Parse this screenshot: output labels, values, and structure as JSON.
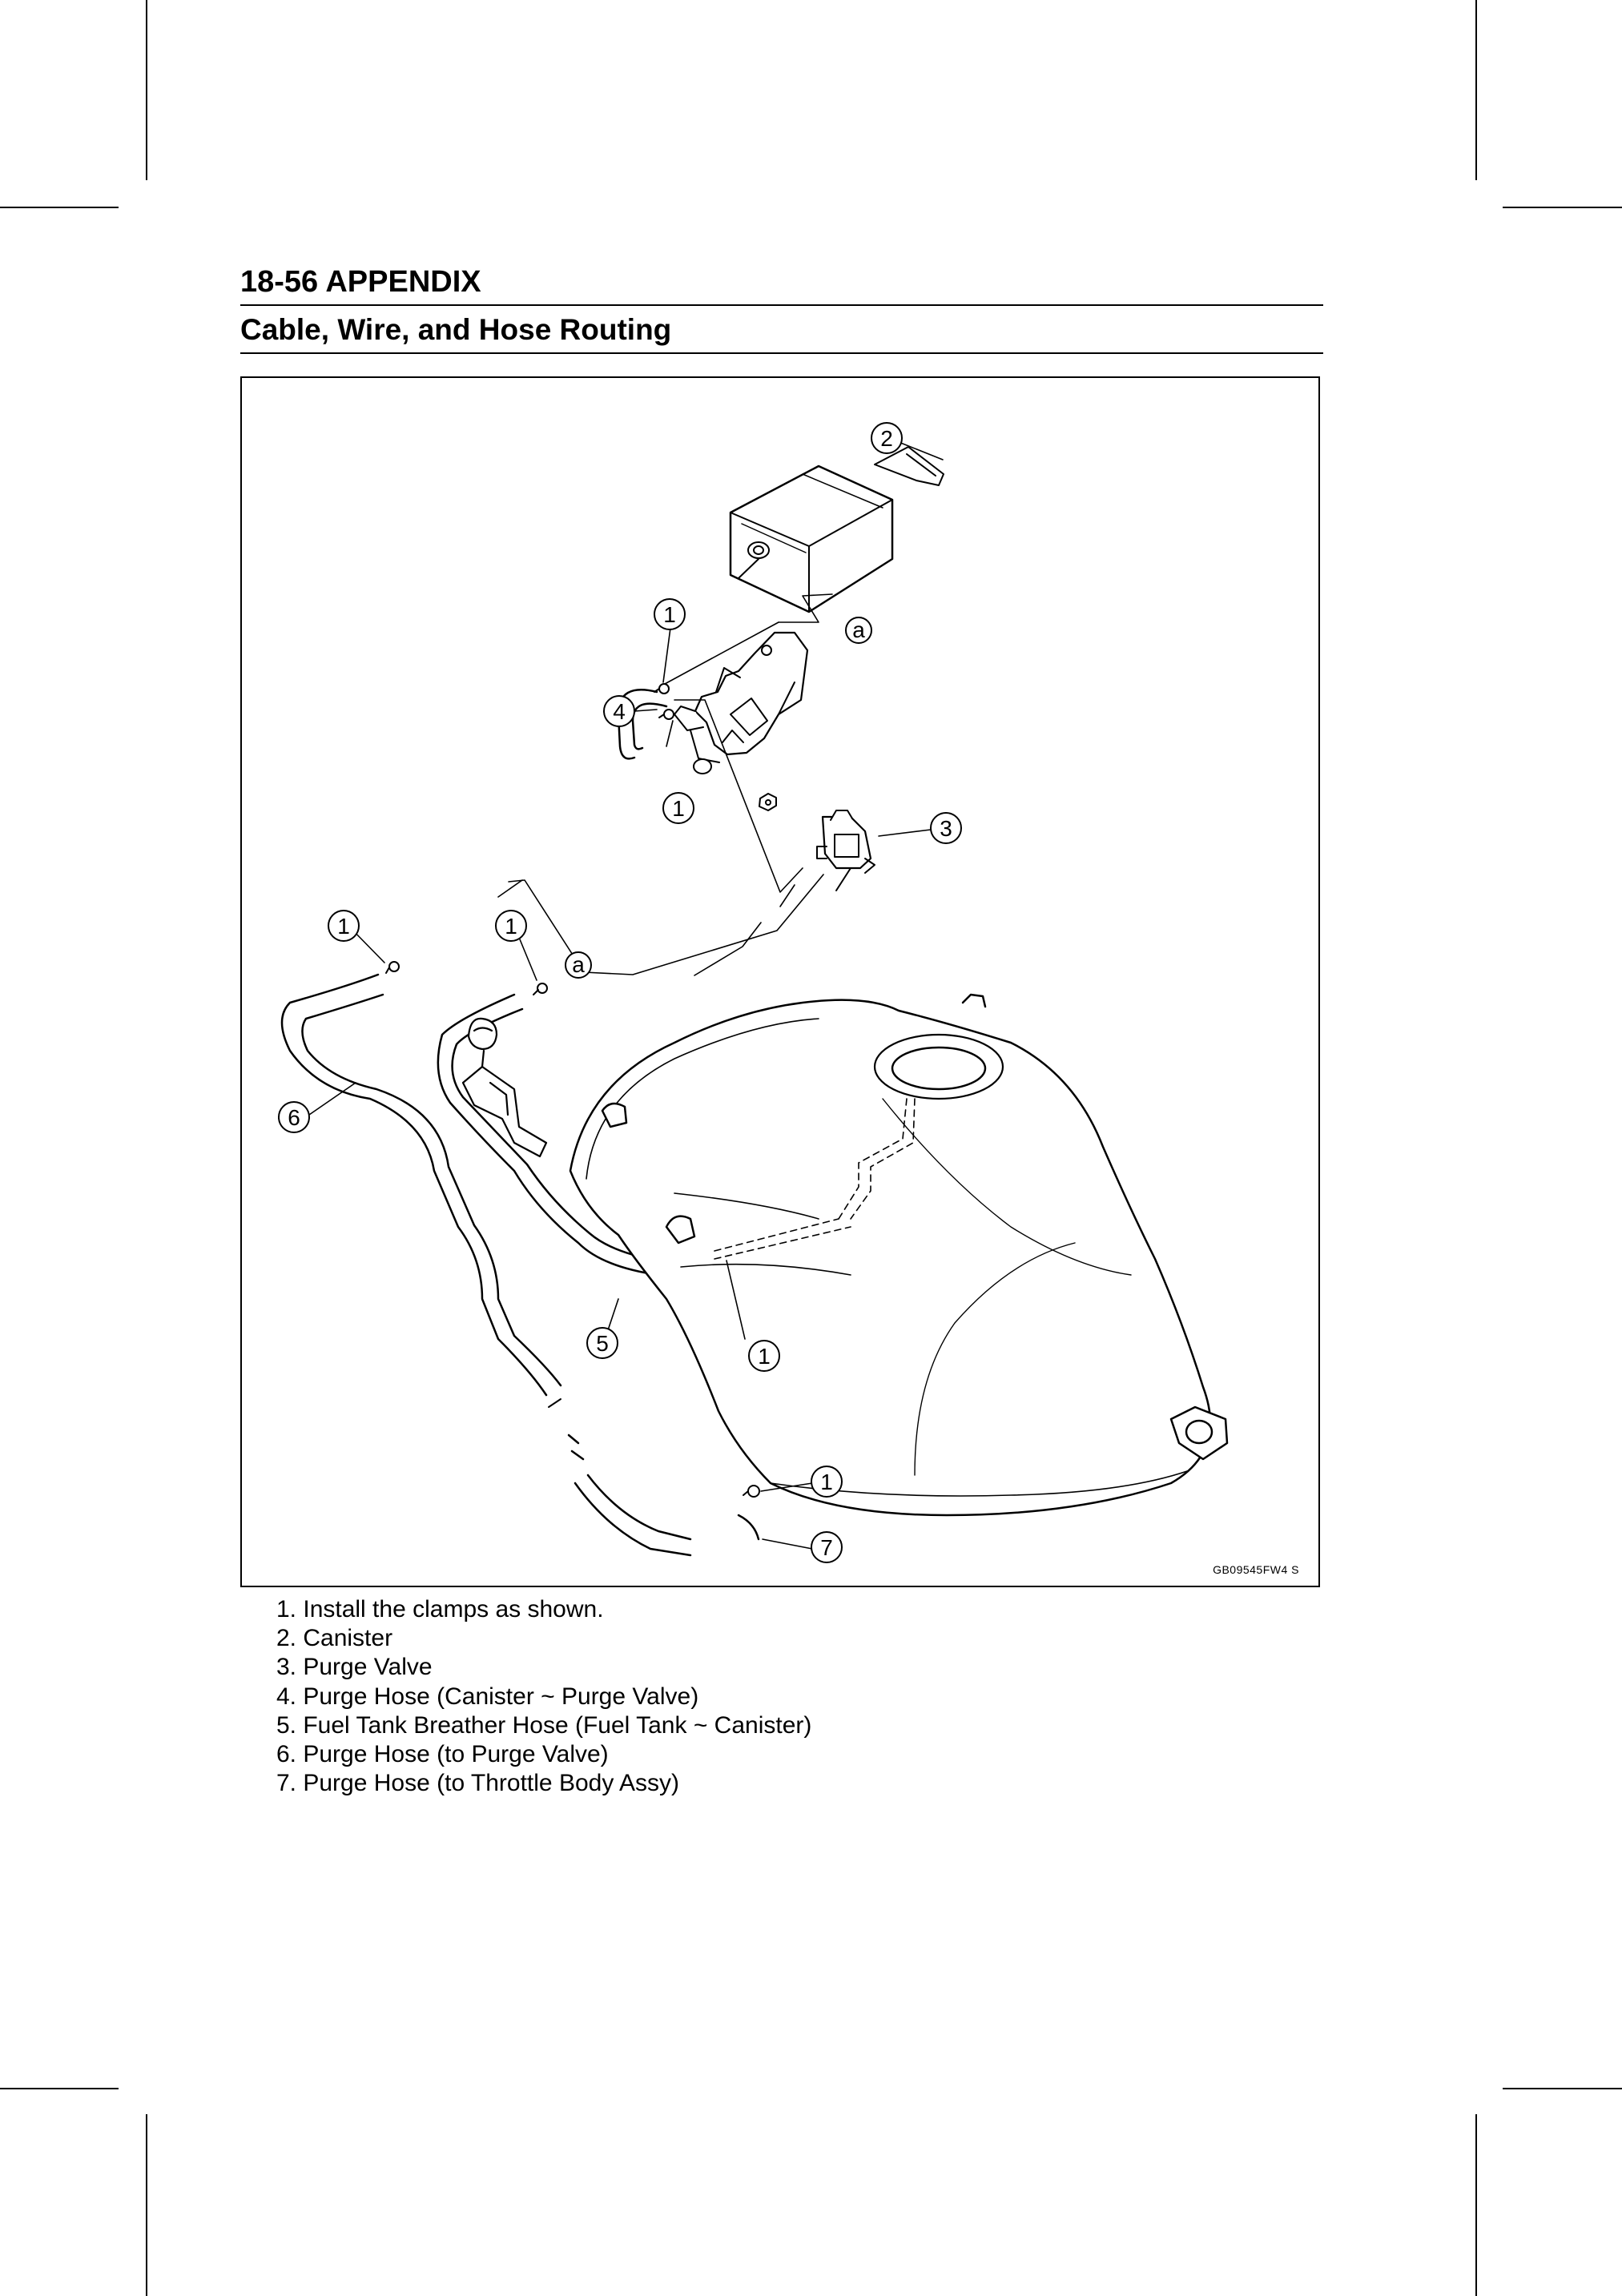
{
  "header": {
    "page_title": "18-56 APPENDIX",
    "section_title": "Cable, Wire, and Hose Routing"
  },
  "figure": {
    "code": "GB09545FW4  S",
    "callouts": [
      {
        "label": "2"
      },
      {
        "label": "1"
      },
      {
        "label": "a"
      },
      {
        "label": "4"
      },
      {
        "label": "1"
      },
      {
        "label": "3"
      },
      {
        "label": "1"
      },
      {
        "label": "1"
      },
      {
        "label": "a"
      },
      {
        "label": "6"
      },
      {
        "label": "5"
      },
      {
        "label": "1"
      },
      {
        "label": "1"
      },
      {
        "label": "7"
      }
    ]
  },
  "legend": [
    "1. Install the clamps as shown.",
    "2. Canister",
    "3. Purge Valve",
    "4. Purge Hose (Canister ~ Purge Valve)",
    "5. Fuel Tank Breather Hose (Fuel Tank ~ Canister)",
    "6. Purge Hose (to Purge Valve)",
    "7. Purge Hose (to Throttle Body Assy)"
  ]
}
